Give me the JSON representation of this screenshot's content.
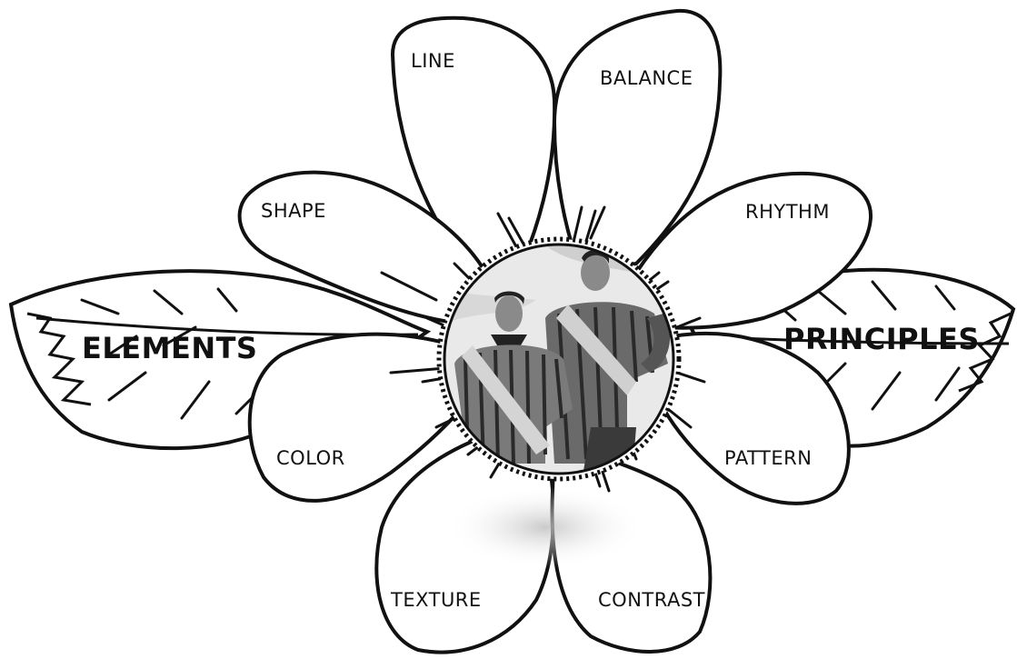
{
  "colors": {
    "outline": "#111111",
    "fill": "#ffffff",
    "center_bg": "#e9e9e9"
  },
  "leaves": {
    "left_label": "ELEMENTS",
    "right_label": "PRINCIPLES"
  },
  "petals": {
    "line": "LINE",
    "balance": "BALANCE",
    "shape": "SHAPE",
    "rhythm": "RHYTHM",
    "color": "COLOR",
    "pattern": "PATTERN",
    "texture": "TEXTURE",
    "contrast": "CONTRAST"
  },
  "center": {
    "illustration": "two-giant-figures-illustration"
  }
}
